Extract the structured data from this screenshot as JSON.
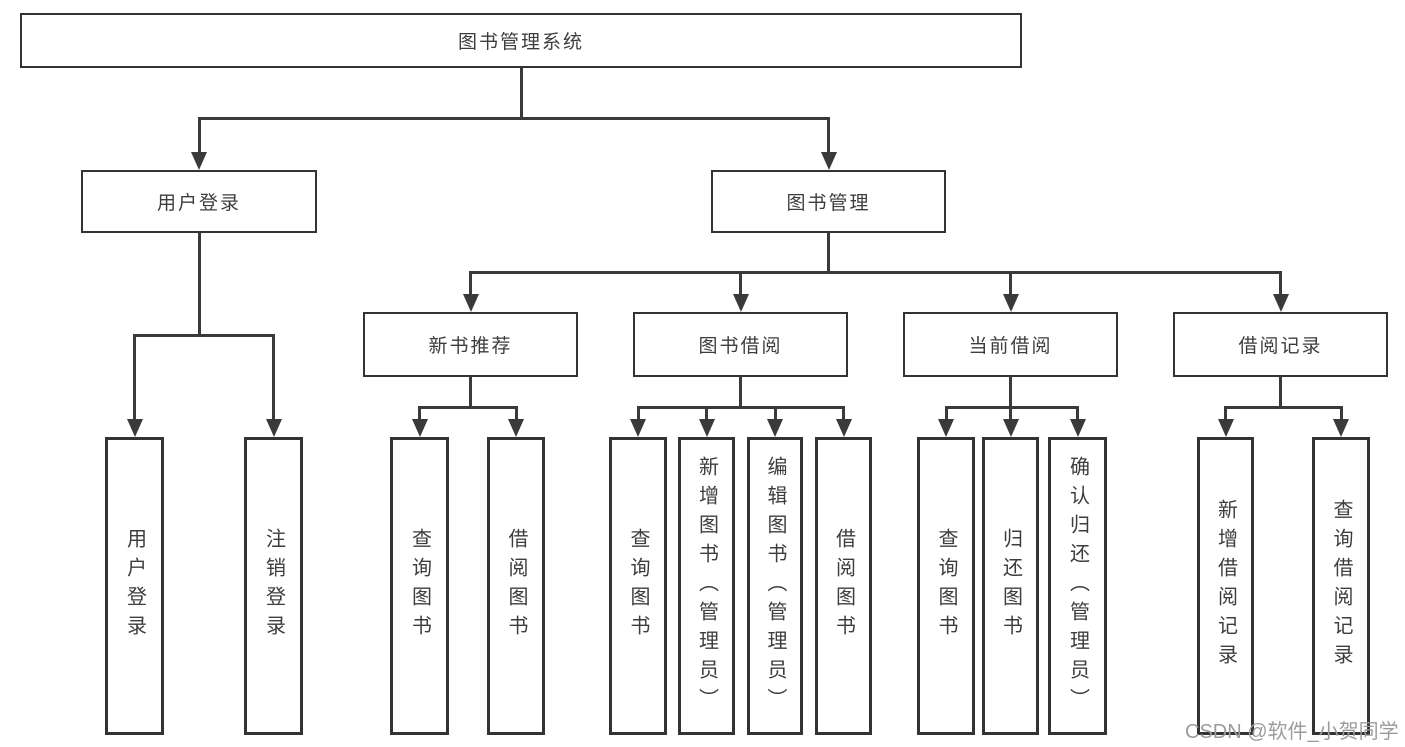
{
  "diagram": {
    "type": "hierarchy-flowchart",
    "watermark": "CSDN @软件_小贺同学",
    "colors": {
      "line": "#3a3a3a",
      "box_border": "#333333",
      "box_fill": "#ffffff",
      "text": "#3d3d3d",
      "watermark": "#9b9b9b",
      "background": "#ffffff"
    },
    "nodes": [
      {
        "id": "root",
        "label": "图书管理系统",
        "level": 1,
        "parent": null
      },
      {
        "id": "user-login",
        "label": "用户登录",
        "level": 2,
        "parent": "root"
      },
      {
        "id": "book-mgmt",
        "label": "图书管理",
        "level": 2,
        "parent": "root"
      },
      {
        "id": "new-book-rec",
        "label": "新书推荐",
        "level": 3,
        "parent": "book-mgmt"
      },
      {
        "id": "book-borrow",
        "label": "图书借阅",
        "level": 3,
        "parent": "book-mgmt"
      },
      {
        "id": "current-borrow",
        "label": "当前借阅",
        "level": 3,
        "parent": "book-mgmt"
      },
      {
        "id": "borrow-records",
        "label": "借阅记录",
        "level": 3,
        "parent": "book-mgmt"
      },
      {
        "id": "login",
        "label": "用户登录",
        "level": 4,
        "parent": "user-login"
      },
      {
        "id": "logout",
        "label": "注销登录",
        "level": 4,
        "parent": "user-login"
      },
      {
        "id": "rec-query-book",
        "label": "查询图书",
        "level": 4,
        "parent": "new-book-rec"
      },
      {
        "id": "rec-borrow-book",
        "label": "借阅图书",
        "level": 4,
        "parent": "new-book-rec"
      },
      {
        "id": "bb-query-book",
        "label": "查询图书",
        "level": 4,
        "parent": "book-borrow"
      },
      {
        "id": "bb-add-book",
        "label": "新增图书（管理员）",
        "level": 4,
        "parent": "book-borrow"
      },
      {
        "id": "bb-edit-book",
        "label": "编辑图书（管理员）",
        "level": 4,
        "parent": "book-borrow"
      },
      {
        "id": "bb-borrow-book",
        "label": "借阅图书",
        "level": 4,
        "parent": "book-borrow"
      },
      {
        "id": "cb-query-book",
        "label": "查询图书",
        "level": 4,
        "parent": "current-borrow"
      },
      {
        "id": "cb-return-book",
        "label": "归还图书",
        "level": 4,
        "parent": "current-borrow"
      },
      {
        "id": "cb-confirm-return",
        "label": "确认归还（管理员）",
        "level": 4,
        "parent": "current-borrow"
      },
      {
        "id": "br-add-record",
        "label": "新增借阅记录",
        "level": 4,
        "parent": "borrow-records"
      },
      {
        "id": "br-query-record",
        "label": "查询借阅记录",
        "level": 4,
        "parent": "borrow-records"
      }
    ]
  }
}
